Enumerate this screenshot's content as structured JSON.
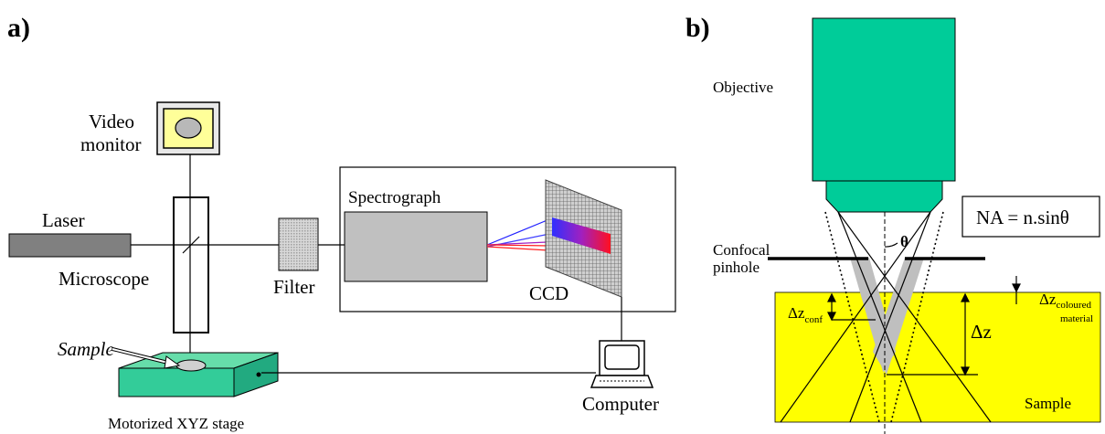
{
  "panel_a": {
    "label": "a)",
    "video_monitor": "Video\nmonitor",
    "video_line1": "Video",
    "video_line2": "monitor",
    "laser": "Laser",
    "microscope": "Microscope",
    "filter": "Filter",
    "spectrograph": "Spectrograph",
    "ccd": "CCD",
    "sample": "Sample",
    "stage": "Motorized XYZ stage",
    "computer": "Computer"
  },
  "panel_b": {
    "label": "b)",
    "objective": "Objective",
    "na_formula": "NA = n.sinθ",
    "theta": "θ",
    "pinhole_line1": "Confocal",
    "pinhole_line2": "pinhole",
    "dz_conf": "Δz",
    "dz_conf_sub": "conf",
    "dz": "Δz",
    "dz_col": "Δz",
    "dz_col_sub1": "coloured",
    "dz_col_sub2": "material",
    "sample": "Sample"
  },
  "colors": {
    "objective": "#00cc99",
    "sample_region": "#ffff00",
    "monitor_screen": "#ffff99",
    "laser": "#808080",
    "spectrograph": "#c0c0c0",
    "stage": "#33cc99",
    "cone_fill": "#bfbfbf"
  }
}
